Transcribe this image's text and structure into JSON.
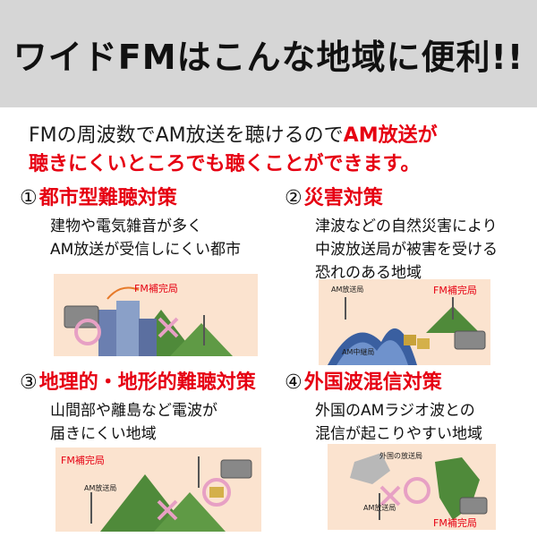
{
  "header": {
    "title": "ワイドFMはこんな地域に便利!!"
  },
  "intro": {
    "line1_normal": "FMの周波数でAM放送を聴けるので",
    "line1_red": "AM放送が",
    "line2_red": "聴きにくいところでも聴くことができます。"
  },
  "sections": [
    {
      "num": "①",
      "title": "都市型難聴対策",
      "desc": [
        "建物や電気雑音が多く",
        "AM放送が受信しにくい都市"
      ],
      "labels": [
        "FM補完局"
      ]
    },
    {
      "num": "②",
      "title": "災害対策",
      "desc": [
        "津波などの自然災害により",
        "中波放送局が被害を受ける",
        "恐れのある地域"
      ],
      "labels": [
        "AM放送局",
        "FM補完局",
        "AM中継局"
      ]
    },
    {
      "num": "③",
      "title": "地理的・地形的難聴対策",
      "desc": [
        "山間部や離島など電波が",
        "届きにくい地域"
      ],
      "labels": [
        "FM補完局",
        "AM放送局"
      ]
    },
    {
      "num": "④",
      "title": "外国波混信対策",
      "desc": [
        "外国のAMラジオ波との",
        "混信が起こりやすい地域"
      ],
      "labels": [
        "外国の放送局",
        "AM放送局",
        "FM補完局"
      ]
    }
  ],
  "colors": {
    "accent_red": "#e60012",
    "header_bg": "#d6d6d6",
    "illus_bg": "#fbe3cf",
    "mountain": "#4f8a3a",
    "pink": "#e7a0c4"
  }
}
